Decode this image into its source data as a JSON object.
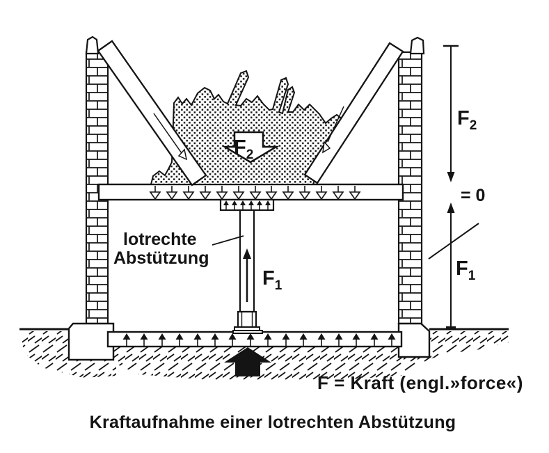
{
  "colors": {
    "ink": "#141414",
    "paper": "#ffffff"
  },
  "rubble_force": {
    "symbol": "F",
    "subscript": "2"
  },
  "dimension": {
    "f2": {
      "symbol": "F",
      "subscript": "2"
    },
    "zero": "= 0",
    "f1": {
      "symbol": "F",
      "subscript": "1"
    }
  },
  "support_label": {
    "line1": "lotrechte",
    "line2": "Abstützung"
  },
  "post_force": {
    "symbol": "F",
    "subscript": "1"
  },
  "legend": "F = Kraft  (engl.»force«)",
  "caption": "Kraftaufnahme einer lotrechten Abstützung"
}
